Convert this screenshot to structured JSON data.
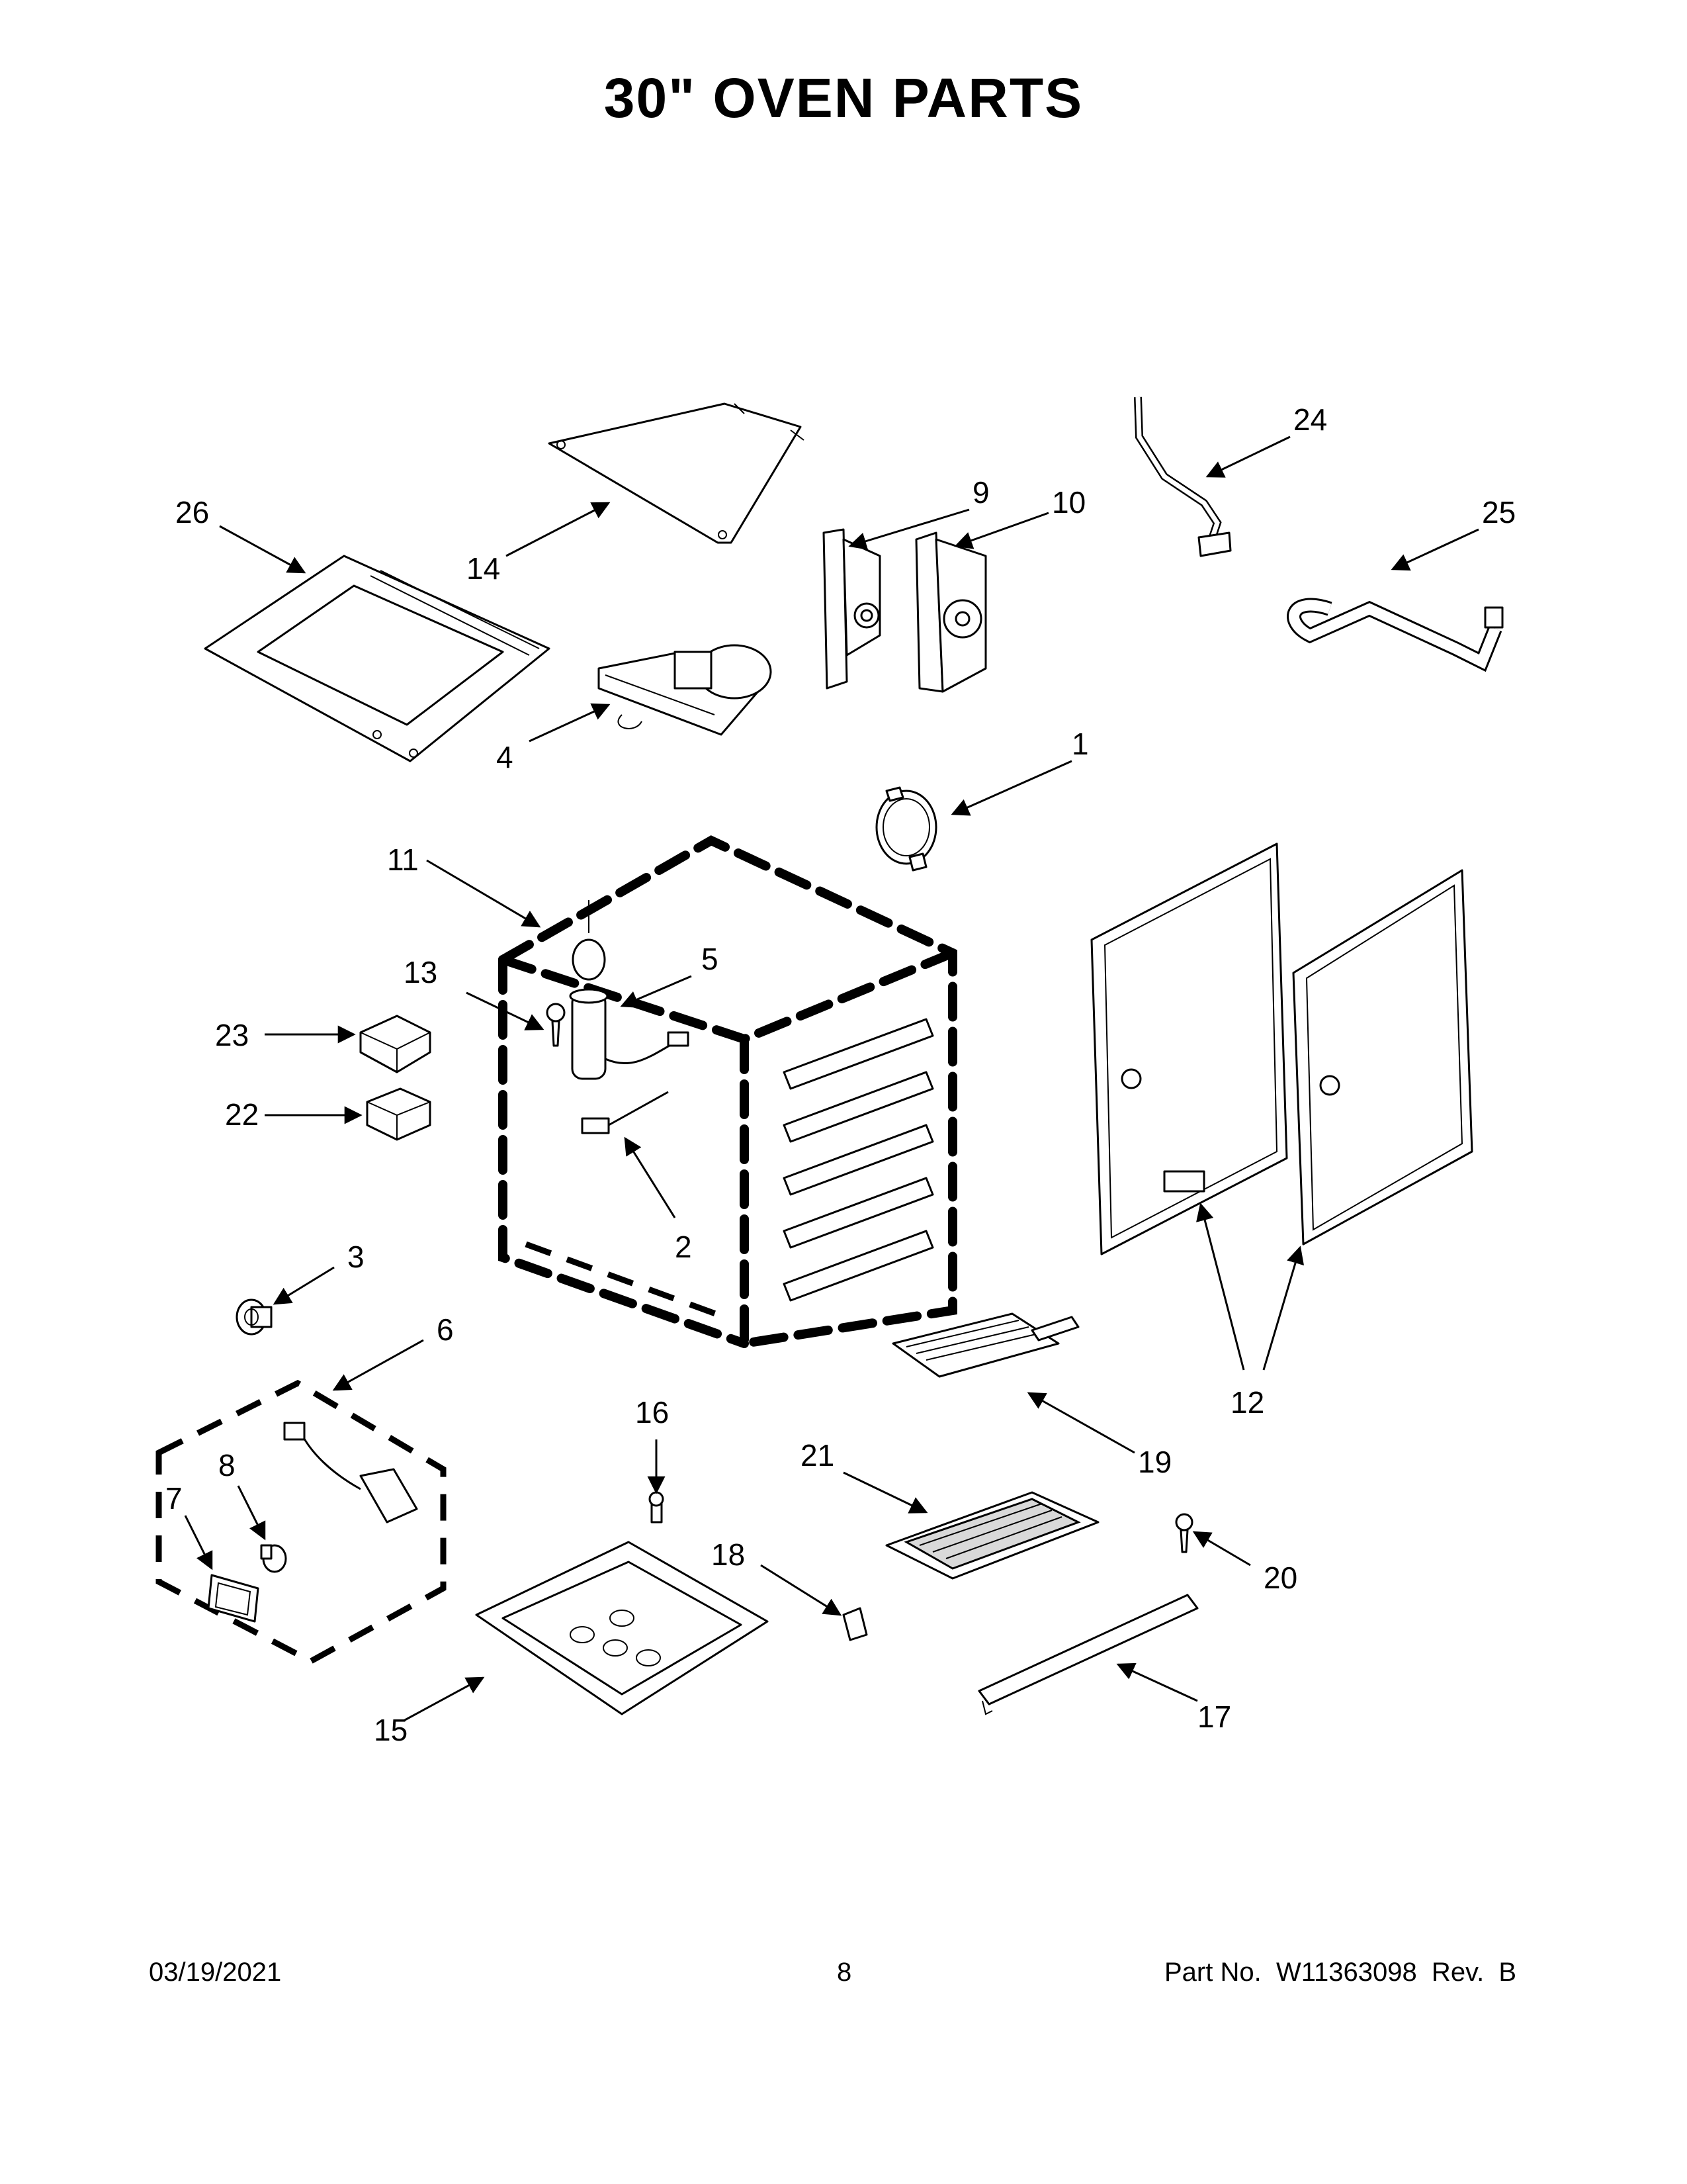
{
  "title": "30\" OVEN PARTS",
  "footer": {
    "date": "03/19/2021",
    "page": "8",
    "part_no": "Part No.  W11363098  Rev.  B"
  },
  "callouts": [
    "1",
    "2",
    "3",
    "4",
    "5",
    "6",
    "7",
    "8",
    "9",
    "10",
    "11",
    "12",
    "13",
    "14",
    "15",
    "16",
    "17",
    "18",
    "19",
    "20",
    "21",
    "22",
    "23",
    "24",
    "25",
    "26"
  ]
}
